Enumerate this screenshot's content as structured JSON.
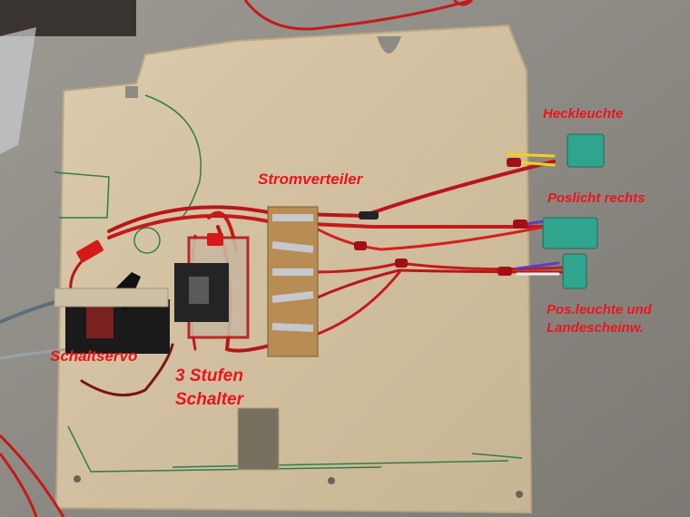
{
  "labels": {
    "heckleuchte": "Heckleuchte",
    "stromverteiler": "Stromverteiler",
    "poslicht_rechts": "Poslicht rechts",
    "posleuchte_line1": "Pos.leuchte und",
    "posleuchte_line2": "Landescheinw.",
    "schaltservo": "Schaltservo",
    "schalter_line1": "3 Stufen",
    "schalter_line2": "Schalter"
  },
  "colors": {
    "label_text": "#e8141c",
    "plywood": "#d4c3a4",
    "wire_red": "#c41a1a",
    "connector_green": "#2fa58e"
  }
}
